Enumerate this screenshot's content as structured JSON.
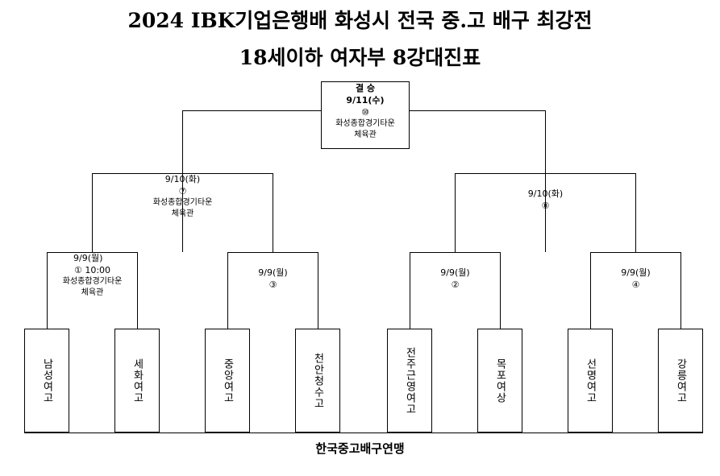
{
  "title_line1": "2024 IBK기업은행배 화성시 전국 중.고 배구 최강전",
  "title_line2": "18세이하 여자부 8강대진표",
  "final": {
    "label": "결   승",
    "date": "9/11(수)",
    "number": "⑩",
    "venue_line1": "화성종합경기타운",
    "venue_line2": "체육관"
  },
  "semifinals": [
    {
      "date": "9/10(화)",
      "number": "⑦",
      "venue_line1": "화성종합경기타운",
      "venue_line2": "체육관"
    },
    {
      "date": "9/10(화)",
      "number": "⑧"
    }
  ],
  "quarterfinals": [
    {
      "date": "9/9(월)",
      "number": "①  10:00",
      "venue_line1": "화성종합경기타운",
      "venue_line2": "체육관"
    },
    {
      "date": "9/9(월)",
      "number": "③"
    },
    {
      "date": "9/9(월)",
      "number": "②"
    },
    {
      "date": "9/9(월)",
      "number": "④"
    }
  ],
  "teams": [
    "남성여고",
    "세화여고",
    "중앙여고",
    "천안청수고",
    "전주근영여고",
    "목포여상",
    "선명여고",
    "강릉여고"
  ],
  "organizer": "한국중고배구연맹"
}
